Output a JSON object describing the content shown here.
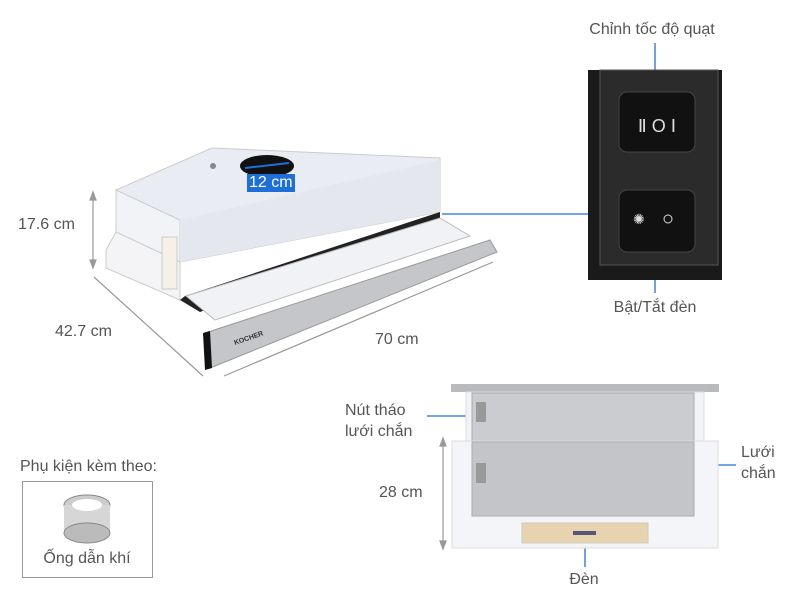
{
  "dimensions": {
    "duct": "12 cm",
    "height": "17.6 cm",
    "depth": "42.7 cm",
    "width": "70 cm",
    "front_height": "28 cm"
  },
  "brand": "KOCHER",
  "callouts": {
    "fan_speed": "Chỉnh tốc độ quạt",
    "light_toggle": "Bật/Tắt đèn",
    "filter_release_line1": "Nút tháo",
    "filter_release_line2": "lưới chắn",
    "filter_line1": "Lưới",
    "filter_line2": "chắn",
    "lamp": "Đèn"
  },
  "accessories": {
    "title": "Phụ kiện kèm theo:",
    "item": "Ống dẫn khí"
  },
  "colors": {
    "accent": "#1e6fd9",
    "text": "#555555"
  }
}
